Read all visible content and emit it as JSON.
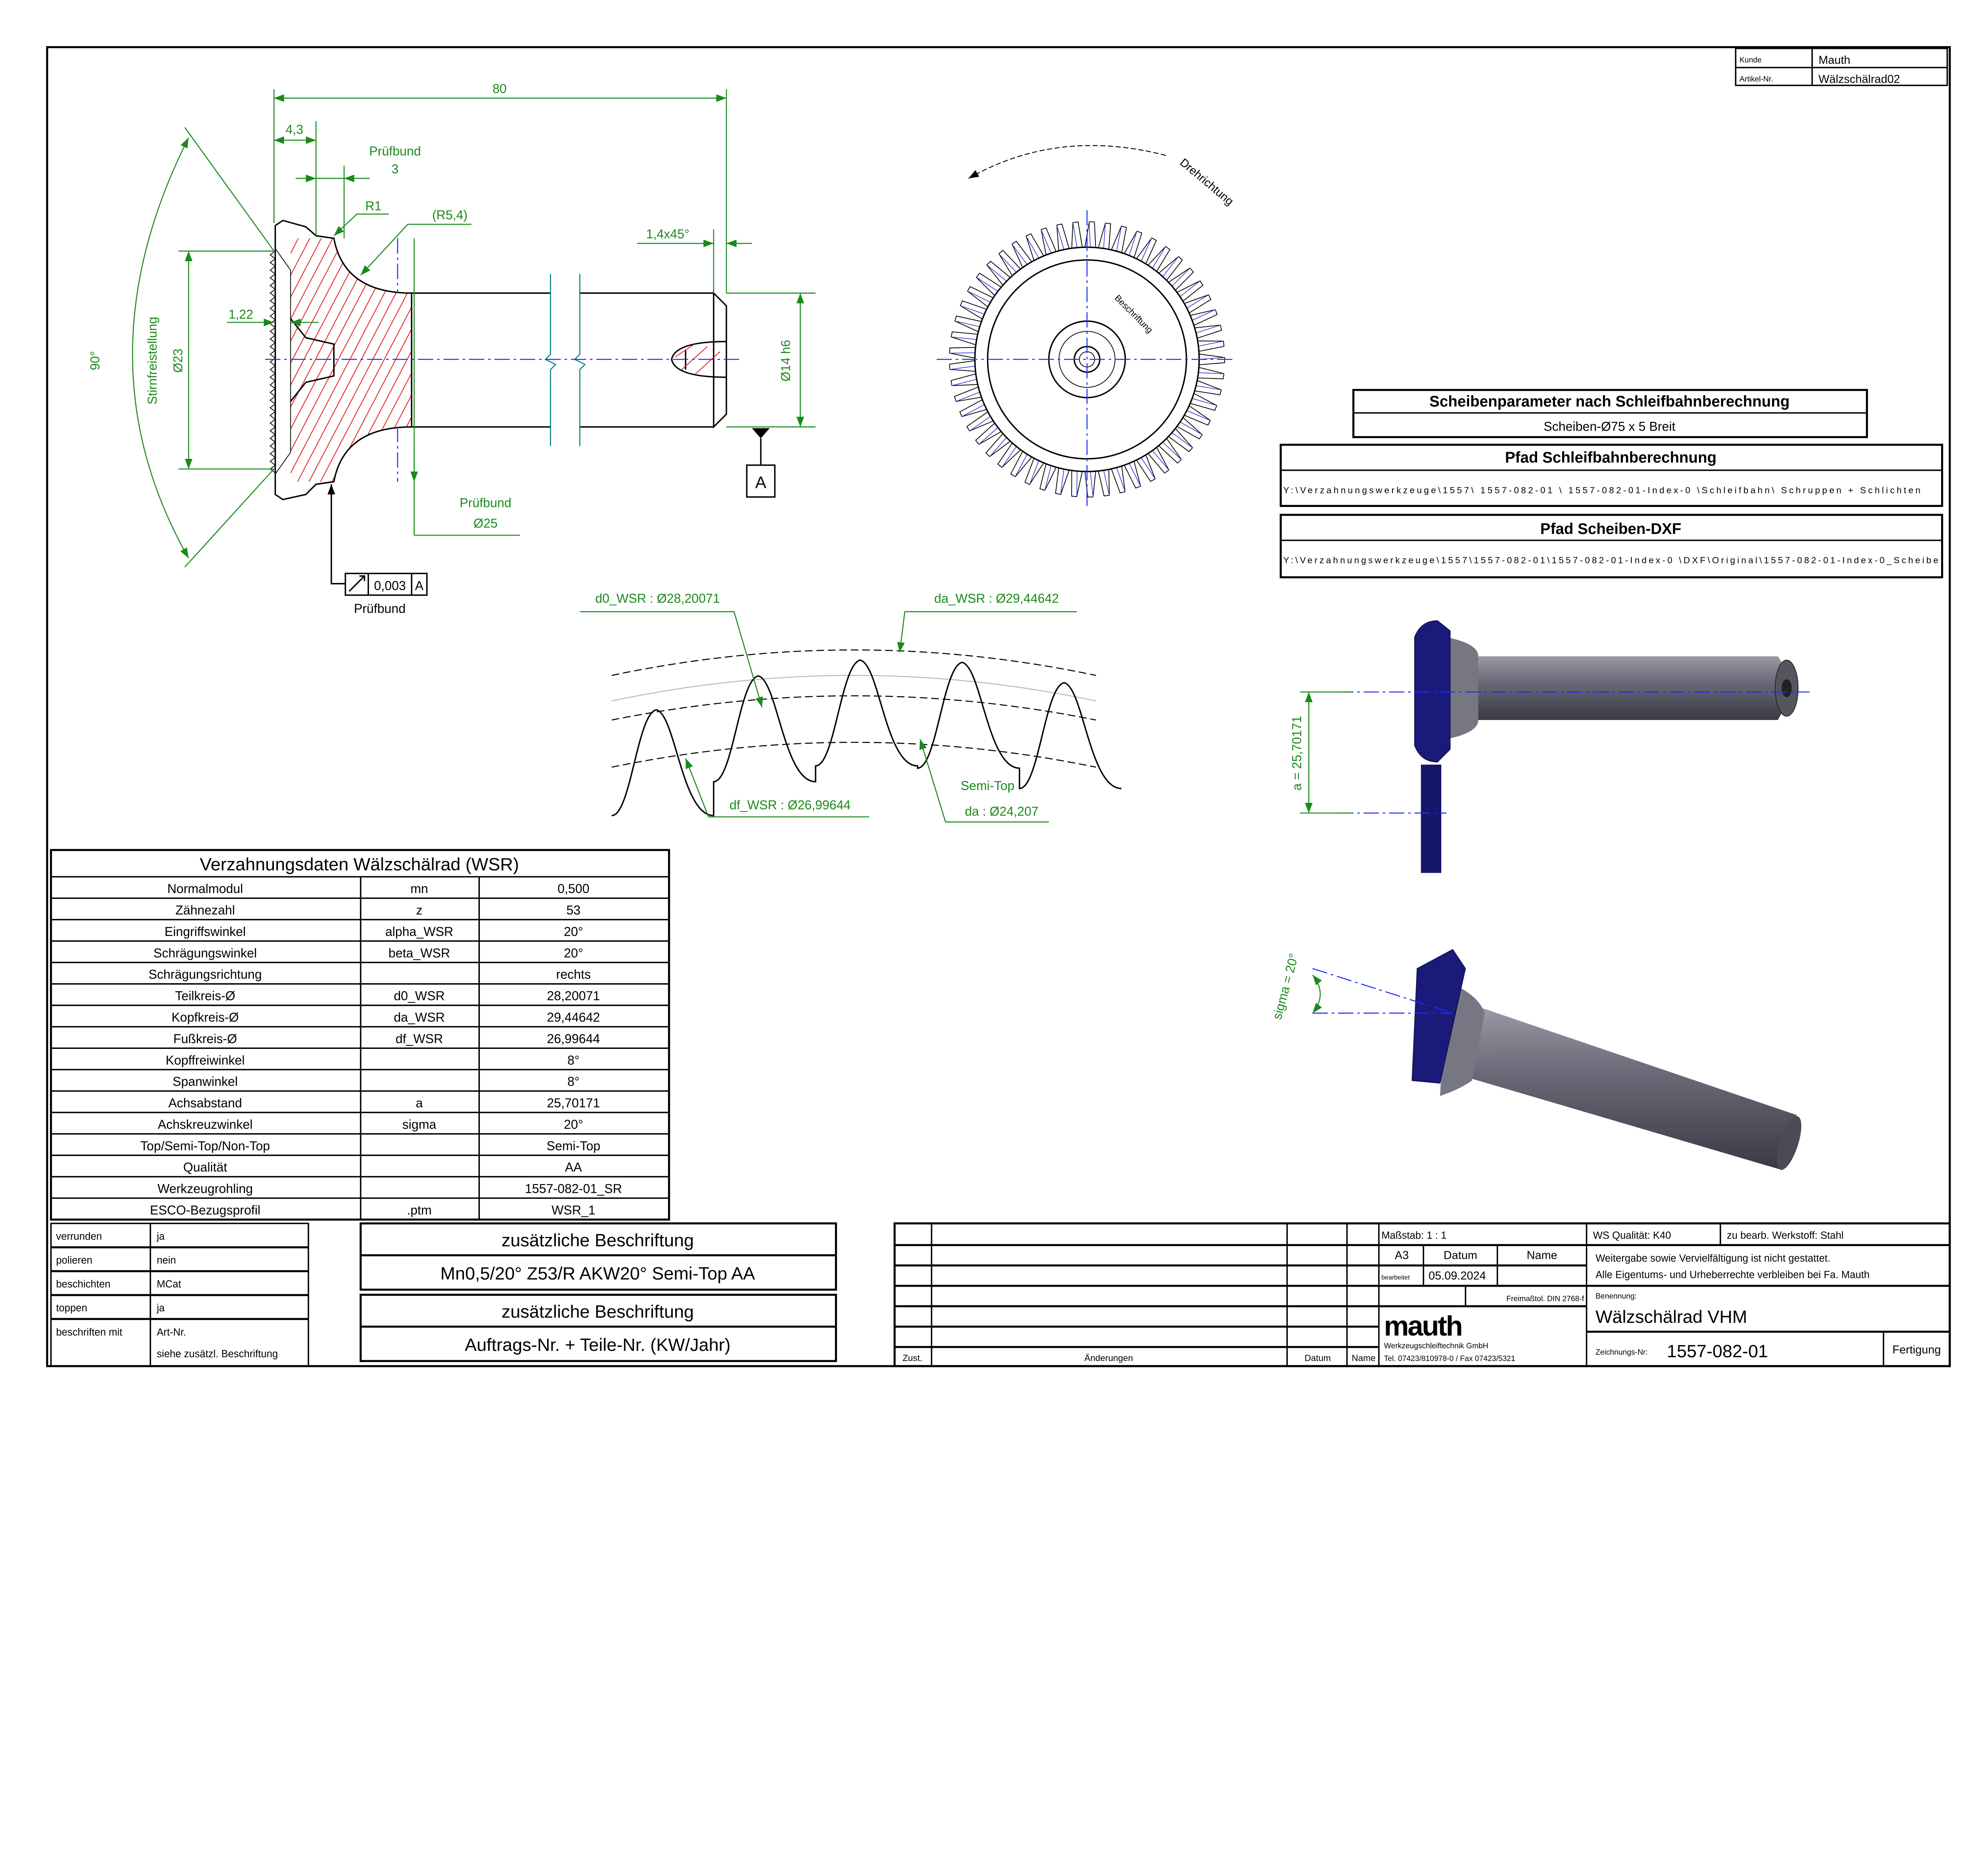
{
  "customer_box": {
    "kunde_label": "Kunde",
    "kunde_value": "Mauth",
    "artikel_label": "Artikel-Nr.",
    "artikel_value": "Wälzschälrad02"
  },
  "section_view": {
    "dim_total": "80",
    "dim_43": "4,3",
    "pruefbund_label": "Prüfbund",
    "pruefbund_width": "3",
    "r1": "R1",
    "r54": "(R5,4)",
    "chamfer": "1,4x45°",
    "dim_122": "1,22",
    "stirn": "Stirnfreistellung",
    "d23": "Ø23",
    "angle90": "90°",
    "d14": "Ø14 h6",
    "datum": "A",
    "pruefbund_d_label": "Prüfbund",
    "pruefbund_d": "Ø25",
    "fcf_tol": "0,003",
    "fcf_datum": "A",
    "fcf_caption": "Prüfbund"
  },
  "front_view": {
    "rotation_label": "Drehrichtung",
    "marking_label": "Beschriftung",
    "teeth": 53
  },
  "profile_view": {
    "d0": "d0_WSR : Ø28,20071",
    "da": "da_WSR : Ø29,44642",
    "df": "df_WSR : Ø26,99644",
    "semi_top": "Semi-Top",
    "da_semi": "da : Ø24,207"
  },
  "disk_params": {
    "title": "Scheibenparameter nach Schleifbahnberechnung",
    "value": "Scheiben-Ø75 x 5 Breit"
  },
  "path_grinding": {
    "title": "Pfad Schleifbahnberechnung",
    "value": "Y:\\Verzahnungswerkzeuge\\1557\\ 1557-082-01 \\ 1557-082-01-Index-0  \\Schleifbahn\\   Schruppen + Schlichten"
  },
  "path_dxf": {
    "title": "Pfad Scheiben-DXF",
    "value": "Y:\\Verzahnungswerkzeuge\\1557\\1557-082-01\\1557-082-01-Index-0 \\DXF\\Original\\1557-082-01-Index-0_Scheibe"
  },
  "render_views": {
    "axis_distance": "a = 25,70171",
    "sigma": "sigma = 20°"
  },
  "gear_data": {
    "title": "Verzahnungsdaten Wälzschälrad (WSR)",
    "rows": [
      [
        "Normalmodul",
        "mn",
        "0,500"
      ],
      [
        "Zähnezahl",
        "z",
        "53"
      ],
      [
        "Eingriffswinkel",
        "alpha_WSR",
        "20°"
      ],
      [
        "Schrägungswinkel",
        "beta_WSR",
        "20°"
      ],
      [
        "Schrägungsrichtung",
        "",
        "rechts"
      ],
      [
        "Teilkreis-Ø",
        "d0_WSR",
        "28,20071"
      ],
      [
        "Kopfkreis-Ø",
        "da_WSR",
        "29,44642"
      ],
      [
        "Fußkreis-Ø",
        "df_WSR",
        "26,99644"
      ],
      [
        "Kopffreiwinkel",
        "",
        "8°"
      ],
      [
        "Spanwinkel",
        "",
        "8°"
      ],
      [
        "Achsabstand",
        "a",
        "25,70171"
      ],
      [
        "Achskreuzwinkel",
        "sigma",
        "20°"
      ],
      [
        "Top/Semi-Top/Non-Top",
        "",
        "Semi-Top"
      ],
      [
        "Qualität",
        "",
        "AA"
      ],
      [
        "Werkzeugrohling",
        "",
        "1557-082-01_SR"
      ],
      [
        "ESCO-Bezugsprofil",
        ".ptm",
        "WSR_1"
      ]
    ]
  },
  "process": {
    "rows": [
      [
        "verrunden",
        "ja"
      ],
      [
        "polieren",
        "nein"
      ],
      [
        "beschichten",
        "MCat"
      ],
      [
        "toppen",
        "ja"
      ]
    ],
    "marking_label": "beschriften mit",
    "marking_value1": "Art-Nr.",
    "marking_value2": "siehe zusätzl. Beschriftung"
  },
  "extra_marking": [
    {
      "title": "zusätzliche Beschriftung",
      "value": "Mn0,5/20° Z53/R AKW20° Semi-Top AA"
    },
    {
      "title": "zusätzliche Beschriftung",
      "value": "Auftrags-Nr. + Teile-Nr. (KW/Jahr)"
    }
  ],
  "title_block": {
    "zust": "Zust.",
    "aenderungen": "Änderungen",
    "datum_col": "Datum",
    "name_col": "Name",
    "massstab": "Maßstab:   1 : 1",
    "format": "A3",
    "datum": "Datum",
    "name": "Name",
    "bearbeitet": "bearbeitet",
    "date": "05.09.2024",
    "freimass": "Freimaßtol. DIN 2768-f",
    "company_logo": "mauth",
    "company": "Werkzeugschleiftechnik GmbH",
    "phone": "Tel. 07423/810978-0   / Fax 07423/5321",
    "ws_quality": "WS Qualität: K40",
    "material": "zu bearb. Werkstoff: Stahl",
    "notice1": "Weitergabe sowie Vervielfältigung ist nicht gestattet.",
    "notice2": "Alle Eigentums- und Urheberrechte verbleiben bei Fa. Mauth",
    "benennung_label": "Benennung:",
    "benennung": "Wälzschälrad VHM",
    "zeichnung_label": "Zeichnungs-Nr:",
    "zeichnung": "1557-082-01",
    "status": "Fertigung"
  }
}
